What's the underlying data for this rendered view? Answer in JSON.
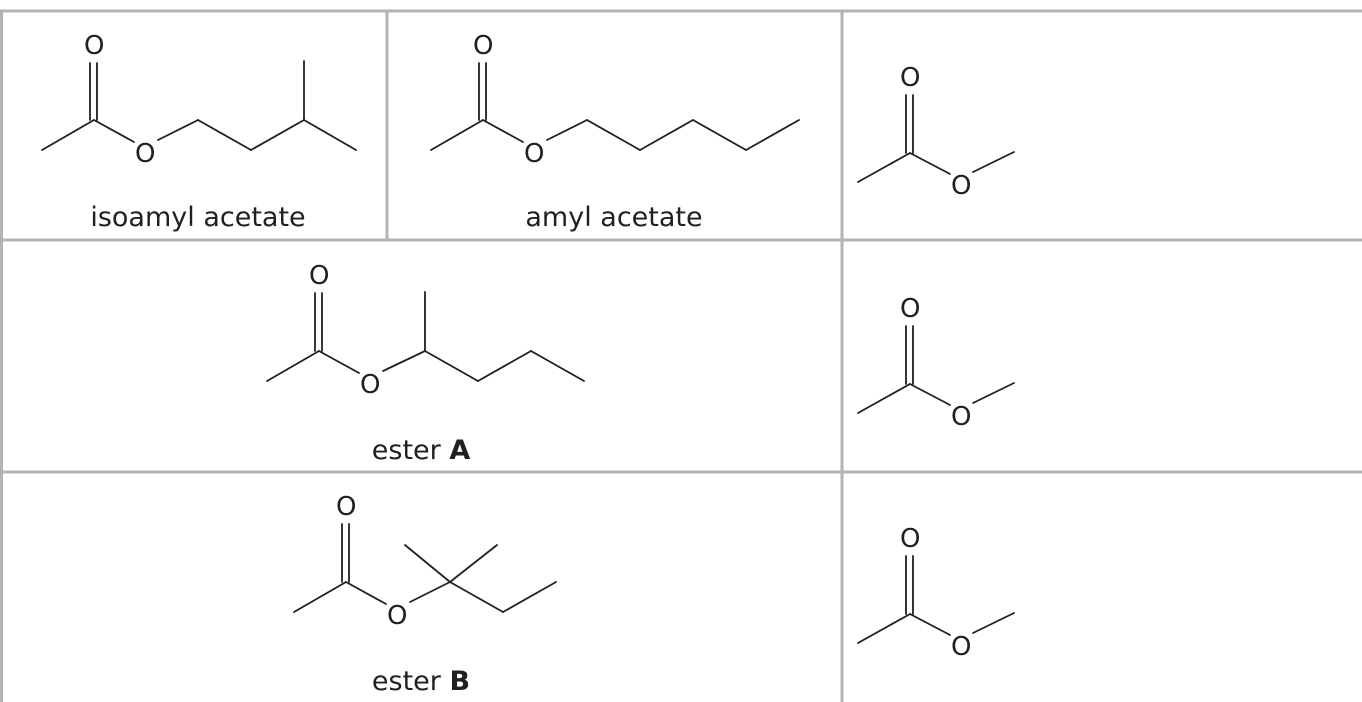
{
  "table": {
    "cells": [
      {
        "id": "r1c1",
        "atom_label": "O",
        "caption": "isoamyl acetate",
        "caption_bold": ""
      },
      {
        "id": "r1c2",
        "atom_label": "O",
        "caption": "amyl acetate",
        "caption_bold": ""
      },
      {
        "id": "r1c3",
        "atom_label": "O",
        "caption": "",
        "caption_bold": ""
      },
      {
        "id": "r2c1",
        "atom_label": "O",
        "caption": "ester ",
        "caption_bold": "A"
      },
      {
        "id": "r2c3",
        "atom_label": "O",
        "caption": "",
        "caption_bold": ""
      },
      {
        "id": "r3c1",
        "atom_label": "O",
        "caption": "ester ",
        "caption_bold": "B"
      },
      {
        "id": "r3c3",
        "atom_label": "O",
        "caption": "",
        "caption_bold": ""
      }
    ]
  },
  "colors": {
    "grid": "#b3b3b3",
    "ink": "#231f20"
  }
}
